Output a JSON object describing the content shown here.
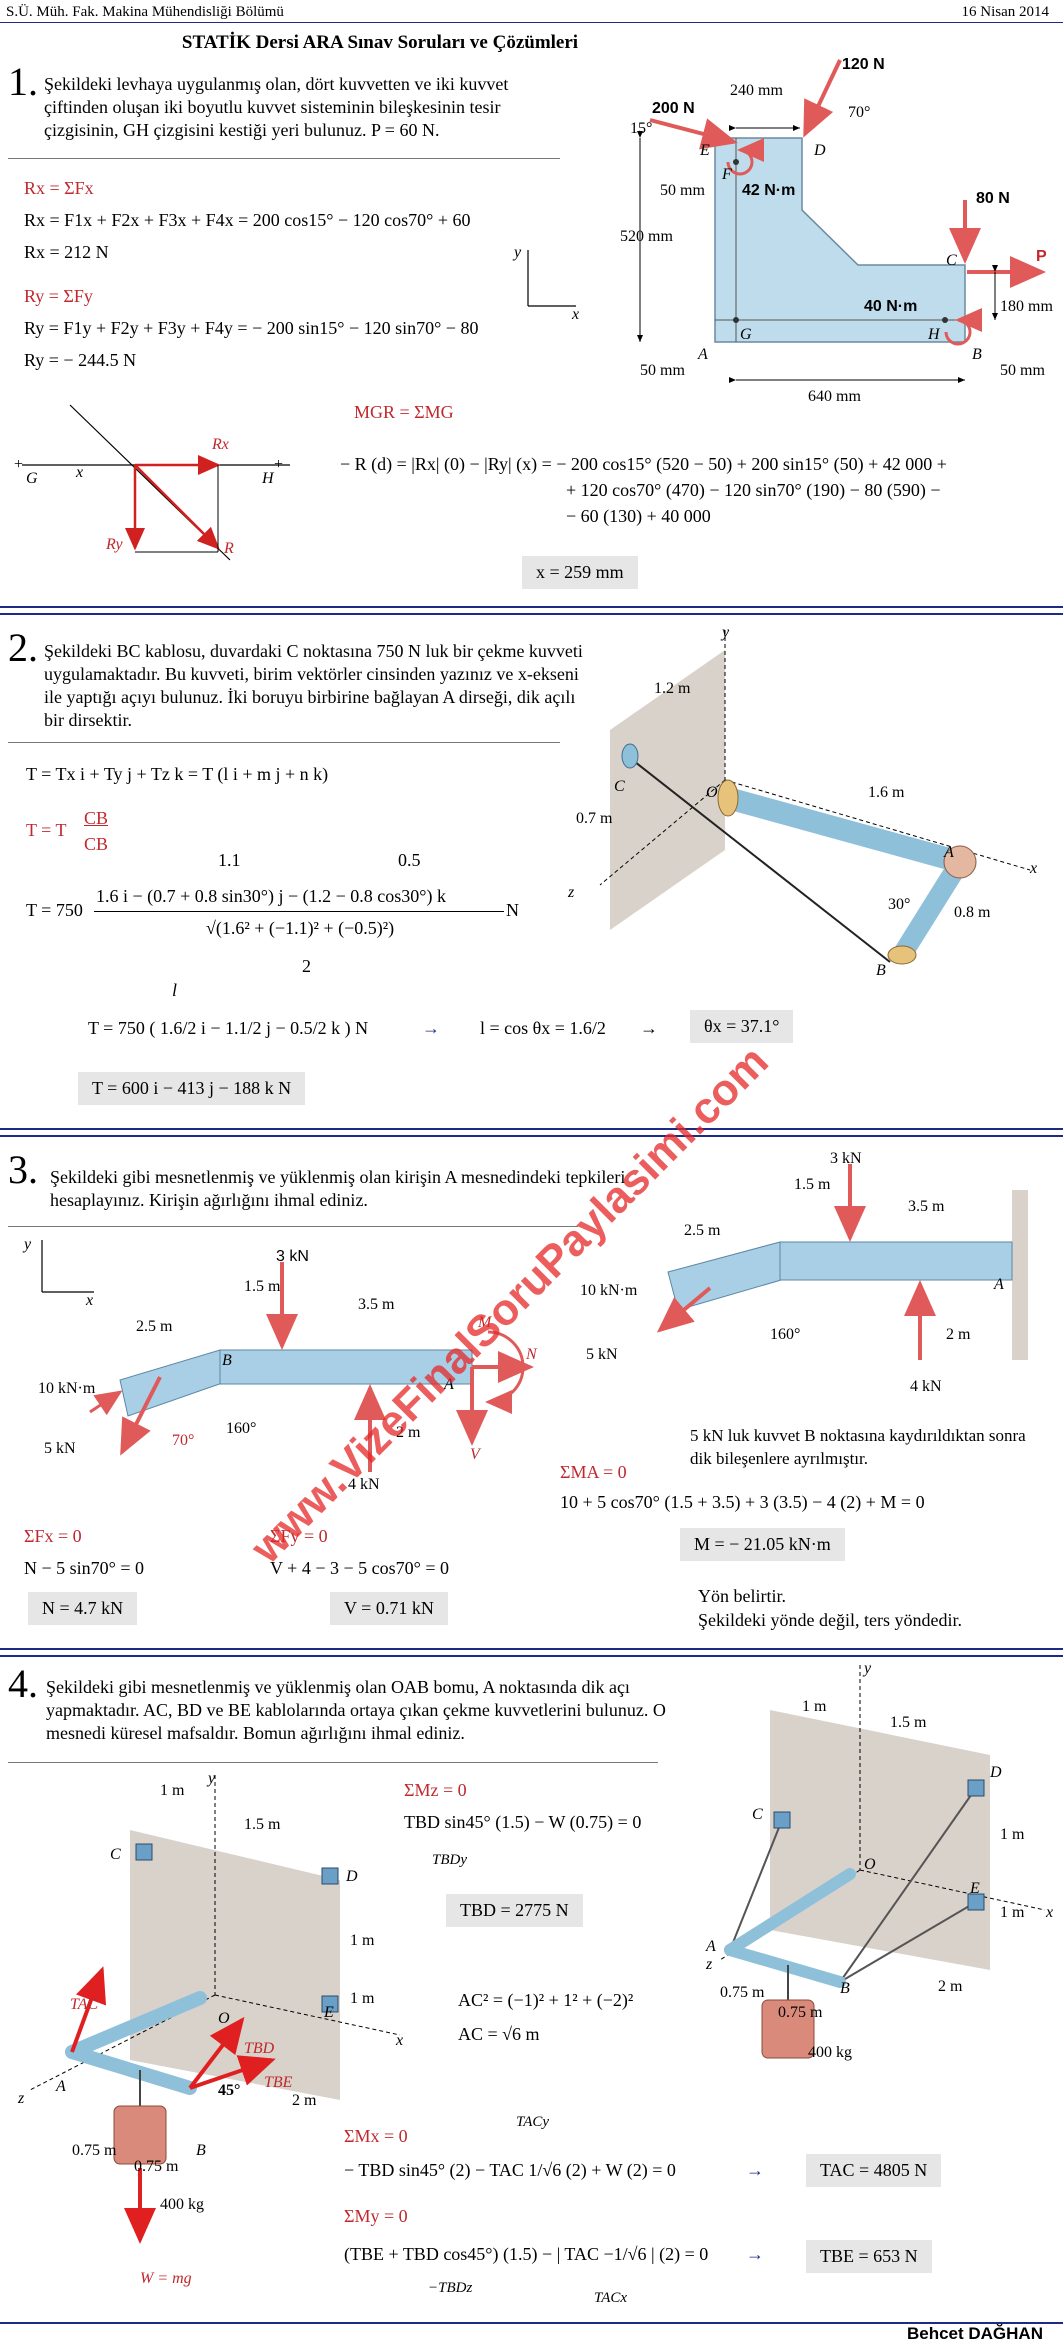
{
  "header": {
    "left": "S.Ü. Müh. Fak. Makina Mühendisliği Bölümü",
    "right": "16 Nisan 2014",
    "title": "STATİK Dersi ARA Sınav Soruları ve Çözümleri"
  },
  "footer": {
    "author": "Behcet DAĞHAN"
  },
  "watermark": "www.VizeFinalSoruPaylasimi.com",
  "q1": {
    "num": "1.",
    "text": "Şekildeki levhaya uygulanmış olan, dört kuvvetten ve iki kuvvet çiftinden oluşan iki boyutlu kuvvet sisteminin bileşkesinin tesir çizgisinin, GH çizgisini kestiği yeri bulunuz. P = 60 N.",
    "eq1": "Rx = ΣFx",
    "eq2": "Rx = F1x + F2x + F3x + F4x = 200 cos15° − 120 cos70° + 60",
    "eq3": "Rx = 212 N",
    "eq4": "Ry = ΣFy",
    "eq5": "Ry = F1y + F2y + F3y + F4y = − 200 sin15° − 120 sin70° − 80",
    "eq6": "Ry = − 244.5 N",
    "eq7": "MGR = ΣMG",
    "eq8": "− R (d) = |Rx| (0) − |Ry| (x) = − 200 cos15° (520 − 50) + 200 sin15° (50) + 42 000 +",
    "eq9": "+ 120 cos70° (470) − 120 sin70° (190) − 80 (590) −",
    "eq10": "− 60 (130) + 40 000",
    "result": "x = 259 mm",
    "fig": {
      "f120": "120 N",
      "f200": "200 N",
      "f80": "80 N",
      "fP": "P",
      "d240": "240 mm",
      "d50a": "50 mm",
      "d520": "520 mm",
      "d180": "180 mm",
      "d50b": "50 mm",
      "d50c": "50 mm",
      "d640": "640 mm",
      "m42": "42 N·m",
      "m40": "40 N·m",
      "a70": "70°",
      "a15": "15°",
      "pE": "E",
      "pD": "D",
      "pF": "F",
      "pC": "C",
      "pG": "G",
      "pH": "H",
      "pA": "A",
      "pB": "B",
      "sketch": {
        "G": "G",
        "H": "H",
        "x": "x",
        "Rx": "Rx",
        "Ry": "Ry",
        "R": "R",
        "plus": "+"
      },
      "axes": {
        "x": "x",
        "y": "y"
      }
    }
  },
  "q2": {
    "num": "2.",
    "text": "Şekildeki BC kablosu, duvardaki C noktasına 750 N luk bir çekme kuvveti uygulamaktadır. Bu kuvveti, birim vektörler cinsinden yazınız ve x-ekseni ile yaptığı açıyı bulunuz. İki boruyu birbirine bağlayan A dirseği, dik açılı bir dirsektir.",
    "eq1": "T = Tx i + Ty j + Tz k = T (l i + m j + n k)",
    "eq2a": "T = T",
    "eq2num": "CB",
    "eq2den": "CB",
    "ov1": "1.1",
    "ov2": "0.5",
    "eq3lead": "T = 750",
    "eq3num": "1.6 i − (0.7 + 0.8 sin30°) j − (1.2 − 0.8 cos30°) k",
    "eq3den": "√(1.6² + (−1.1)² + (−0.5)²)",
    "eq3unit": "N",
    "under2": "2",
    "lmark": "l",
    "eq4": "T = 750 ( 1.6/2 i − 1.1/2 j − 0.5/2 k )  N",
    "eq4b": "l = cos θx = 1.6/2",
    "arrow": "→",
    "theta": "θx = 37.1°",
    "result": "T = 600 i − 413 j − 188 k  N",
    "fig": {
      "y": "y",
      "x": "x",
      "z": "z",
      "d12": "1.2 m",
      "d16": "1.6 m",
      "d07": "0.7 m",
      "d08": "0.8 m",
      "a30": "30°",
      "C": "C",
      "O": "O",
      "A": "A",
      "B": "B"
    }
  },
  "q3": {
    "num": "3.",
    "text": "Şekildeki gibi mesnetlenmiş ve yüklenmiş olan kirişin A mesnedindeki tepkileri hesaplayınız. Kirişin ağırlığını ihmal ediniz.",
    "fig": {
      "k3": "3 kN",
      "d15": "1.5 m",
      "d35": "3.5 m",
      "d25": "2.5 m",
      "m10": "10 kN·m",
      "k5": "5 kN",
      "k4": "4 kN",
      "d2": "2 m",
      "a160": "160°",
      "a70": "70°",
      "A": "A",
      "B": "B",
      "M": "M",
      "N": "N",
      "V": "V",
      "x": "x",
      "y": "y"
    },
    "note": "5 kN luk kuvvet B noktasına kaydırıldıktan sonra dik bileşenlere ayrılmıştır.",
    "sma": "ΣMA = 0",
    "smaeq": "10 + 5 cos70° (1.5 + 3.5) + 3 (3.5) − 4 (2) + M = 0",
    "mres": "M = − 21.05  kN·m",
    "dir1": "Yön belirtir.",
    "dir2": "Şekildeki yönde değil, ters yöndedir.",
    "sfx": "ΣFx = 0",
    "sfxeq": "N − 5 sin70° = 0",
    "nres": "N = 4.7  kN",
    "sfy": "ΣFy = 0",
    "sfyeq": "V + 4 − 3 − 5 cos70° = 0",
    "vres": "V = 0.71  kN"
  },
  "q4": {
    "num": "4.",
    "text": "Şekildeki gibi mesnetlenmiş ve yüklenmiş olan OAB bomu, A noktasında dik açı yapmaktadır. AC, BD ve BE kablolarında ortaya çıkan çekme kuvvetlerini bulunuz. O mesnedi küresel mafsaldır. Bomun ağırlığını ihmal ediniz.",
    "smz": "ΣMz = 0",
    "smzeq": "TBD sin45° (1.5) − W (0.75) = 0",
    "tbdy": "TBDy",
    "tbd": "TBD = 2775  N",
    "ac1": "AC² = (−1)² + 1² + (−2)²",
    "ac2": "AC = √6  m",
    "tacy": "TACy",
    "smx": "ΣMx = 0",
    "smxeq": "− TBD sin45° (2) − TAC 1/√6 (2) + W (2) = 0",
    "tac": "TAC = 4805  N",
    "smy": "ΣMy = 0",
    "smyeq": "(TBE + TBD cos45°) (1.5) − | TAC −1/√6 | (2) = 0",
    "tbdz": "−TBDz",
    "tacx": "TACx",
    "tbe": "TBE = 653  N",
    "arrow": "→",
    "fig": {
      "y": "y",
      "x": "x",
      "z": "z",
      "d1": "1 m",
      "d15": "1.5 m",
      "d2": "2 m",
      "d075": "0.75 m",
      "kg": "400 kg",
      "W": "W = mg",
      "TAC": "TAC",
      "TBD": "TBD",
      "TBE": "TBE",
      "a45": "45°",
      "C": "C",
      "D": "D",
      "E": "E",
      "O": "O",
      "A": "A",
      "B": "B"
    }
  }
}
